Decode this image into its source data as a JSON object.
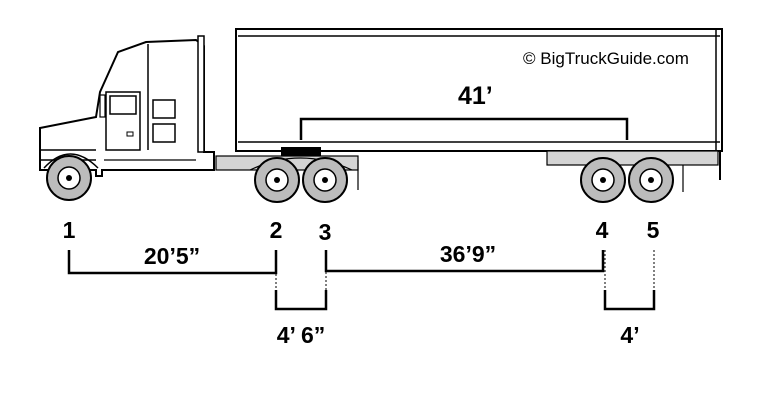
{
  "copyright": "© BigTruckGuide.com",
  "trailer_length": "41’",
  "axles": [
    "1",
    "2",
    "3",
    "4",
    "5"
  ],
  "spacings": {
    "axle1_to_axle2": "20’5”",
    "axle2_to_axle3": "4’ 6”",
    "axle3_to_axle4": "36’9”",
    "axle4_to_axle5": "4’"
  }
}
